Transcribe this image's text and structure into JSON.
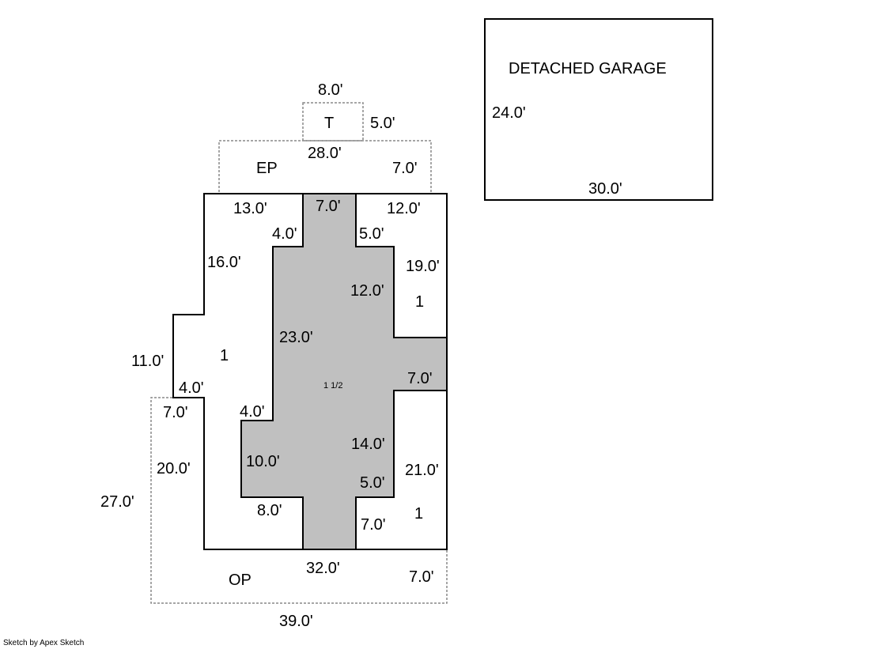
{
  "colors": {
    "living_area_fill": "#c0c0c0",
    "line": "#000000",
    "dashed_line": "#888888"
  },
  "garage": {
    "title": "DETACHED GARAGE",
    "depth": "24.0'",
    "width": "30.0'"
  },
  "top_porch": {
    "label": "T",
    "width": "8.0'",
    "depth": "5.0'"
  },
  "enclosed_porch": {
    "label": "EP",
    "width": "28.0'",
    "depth": "7.0'"
  },
  "open_porch": {
    "label": "OP",
    "width": "39.0'",
    "depth": "27.0'",
    "front_depth": "7.0'",
    "side_width": "7.0'",
    "inner_width": "32.0'"
  },
  "main_house": {
    "area_labels": [
      "1",
      "1",
      "1",
      "1 1/2"
    ],
    "dimensions": {
      "top_left": "13.0'",
      "top_center": "7.0'",
      "top_right": "12.0'",
      "left_notch": "4.0'",
      "right_notch": "5.0'",
      "left_upper": "16.0'",
      "right_upper": "19.0'",
      "center_right_upper": "12.0'",
      "left_step": "11.0'",
      "left_step_width": "4.0'",
      "center_left": "23.0'",
      "right_bump": "7.0'",
      "center_lower_left_notch": "4.0'",
      "left_lower": "20.0'",
      "center_lower_left": "10.0'",
      "center_lower_right": "14.0'",
      "right_lower": "21.0'",
      "lower_right_notch": "5.0'",
      "lower_left_bottom": "8.0'",
      "lower_right_bottom": "7.0'"
    }
  },
  "footer": {
    "credit": "Sketch by Apex Sketch"
  }
}
